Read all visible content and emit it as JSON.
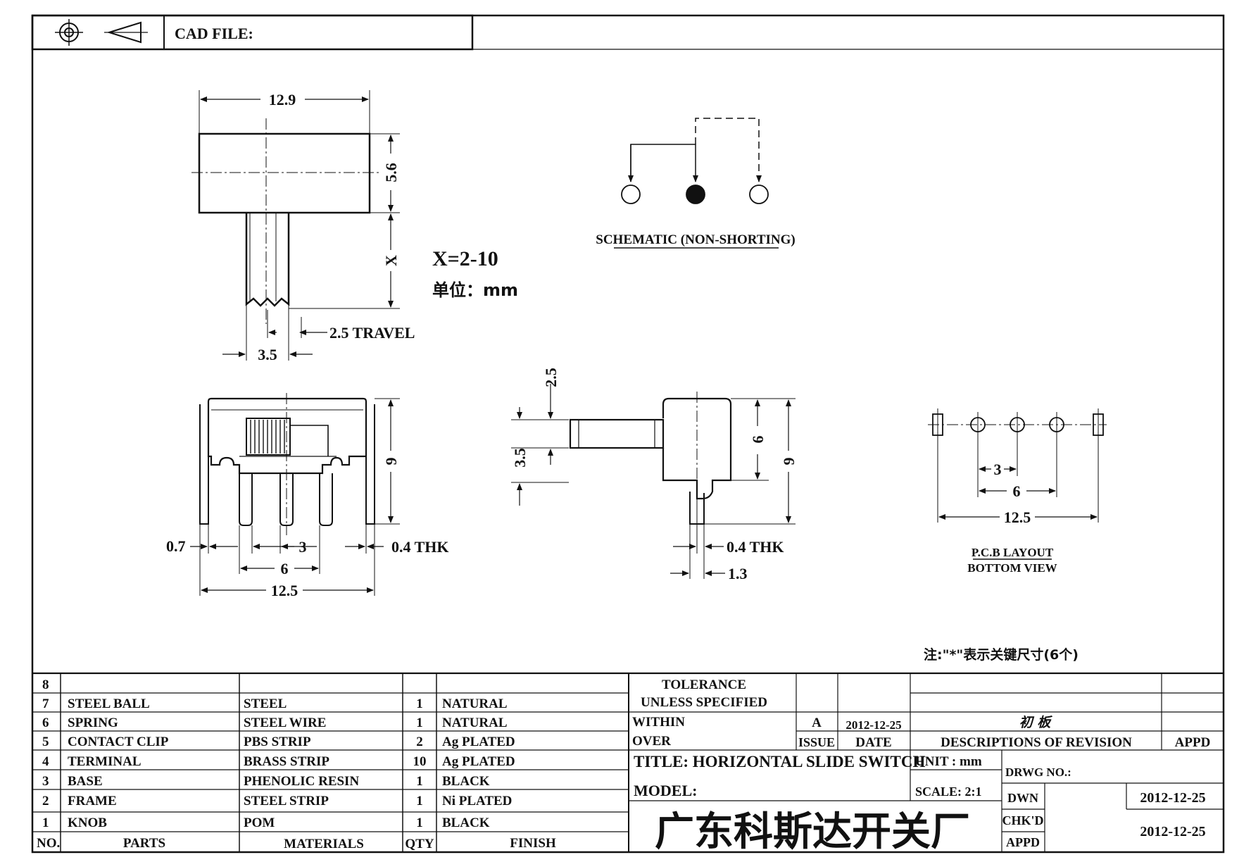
{
  "header": {
    "cad_file_label": "CAD FILE:",
    "projection_symbols": [
      "crosshair-circle-icon",
      "truncated-cone-icon"
    ]
  },
  "drawing": {
    "top_view": {
      "width_dim": "12.9",
      "height_dim": "5.6",
      "shaft_dim": "X",
      "shaft_width_dim": "3.5",
      "travel_dim": "2.5 TRAVEL",
      "x_range": "X=2-10",
      "unit_note": "单位：mm"
    },
    "schematic": {
      "label": "SCHEMATIC (NON-SHORTING)"
    },
    "front_view": {
      "height_dim": "9",
      "offset_dim": "0.7",
      "pitch_dim": "3",
      "span_dim": "6",
      "overall_dim": "12.5",
      "thickness_dim": "0.4 THK"
    },
    "side_view": {
      "knob_top_dim": "2.5",
      "knob_dim": "3.5",
      "body_dim": "6",
      "overall_dim": "9",
      "thickness_dim": "0.4 THK",
      "pin_dim": "1.3"
    },
    "pcb_layout": {
      "pitch_dim": "3",
      "span_dim": "6",
      "overall_dim": "12.5",
      "label_line1": "P.C.B LAYOUT",
      "label_line2": "BOTTOM VIEW"
    },
    "footnote": "注:\"*\"表示关键尺寸(6个)"
  },
  "bom": {
    "headers": {
      "no": "NO.",
      "parts": "PARTS",
      "materials": "MATERIALS",
      "qty": "QTY",
      "finish": "FINISH"
    },
    "rows": [
      {
        "no": "8",
        "parts": "",
        "materials": "",
        "qty": "",
        "finish": ""
      },
      {
        "no": "7",
        "parts": "STEEL BALL",
        "materials": "STEEL",
        "qty": "1",
        "finish": "NATURAL"
      },
      {
        "no": "6",
        "parts": "SPRING",
        "materials": "STEEL WIRE",
        "qty": "1",
        "finish": "NATURAL"
      },
      {
        "no": "5",
        "parts": "CONTACT CLIP",
        "materials": "PBS STRIP",
        "qty": "2",
        "finish": "Ag PLATED"
      },
      {
        "no": "4",
        "parts": "TERMINAL",
        "materials": "BRASS STRIP",
        "qty": "10",
        "finish": "Ag PLATED"
      },
      {
        "no": "3",
        "parts": "BASE",
        "materials": "PHENOLIC RESIN",
        "qty": "1",
        "finish": "BLACK"
      },
      {
        "no": "2",
        "parts": "FRAME",
        "materials": "STEEL STRIP",
        "qty": "1",
        "finish": "Ni PLATED"
      },
      {
        "no": "1",
        "parts": "KNOB",
        "materials": "POM",
        "qty": "1",
        "finish": "BLACK"
      }
    ]
  },
  "title_block": {
    "tolerance_line1": "TOLERANCE",
    "tolerance_line2": "UNLESS SPECIFIED",
    "within": "WITHIN",
    "over": "OVER",
    "revision": {
      "issue_value": "A",
      "date_value": "2012-12-25",
      "description_value": "初 板",
      "issue_label": "ISSUE",
      "date_label": "DATE",
      "description_label": "DESCRIPTIONS OF REVISION",
      "appd_label": "APPD"
    },
    "title": "TITLE: HORIZONTAL SLIDE SWITCH",
    "unit": "UNIT : mm",
    "drwg_no": "DRWG NO.:",
    "model": "MODEL:",
    "scale": "SCALE: 2:1",
    "company": "广东科斯达开关厂",
    "dwn_label": "DWN",
    "dwn_date": "2012-12-25",
    "chkd_label": "CHK'D",
    "appd_label": "APPD",
    "chkd_date": "2012-12-25"
  }
}
